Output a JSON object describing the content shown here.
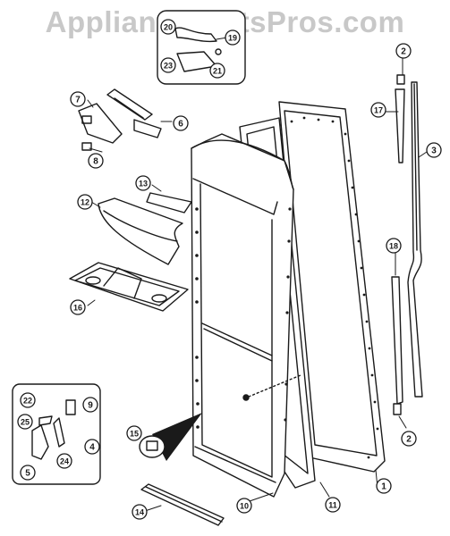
{
  "watermark": "AppliancePartsPros.com",
  "callouts": [
    "2",
    "17",
    "3",
    "18",
    "2",
    "1",
    "11",
    "10",
    "14",
    "15",
    "16",
    "12",
    "13",
    "7",
    "6",
    "8",
    "19",
    "20",
    "23",
    "21",
    "22",
    "9",
    "25",
    "4",
    "24",
    "5"
  ],
  "colors": {
    "line": "#1a1a1a",
    "watermark": "#c8c8c8",
    "background": "#ffffff"
  }
}
